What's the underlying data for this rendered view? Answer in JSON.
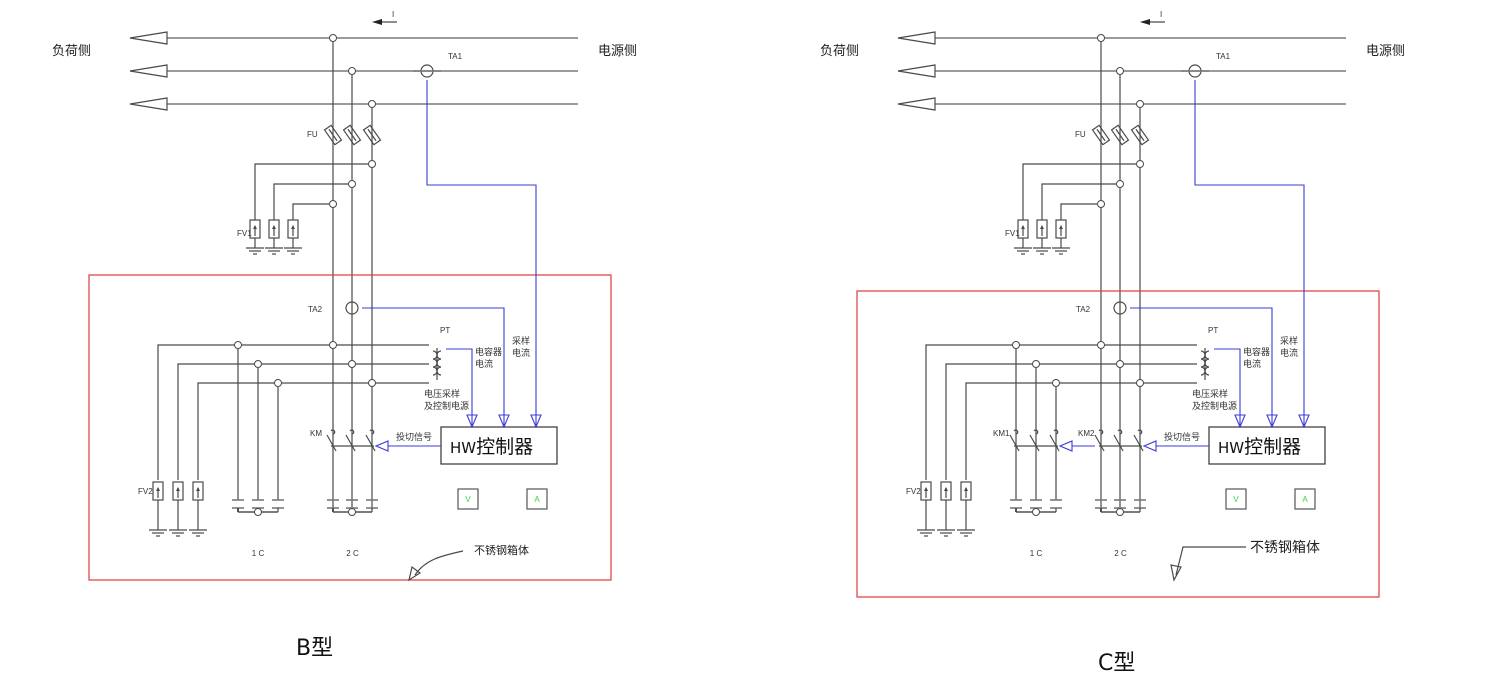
{
  "diagrams": [
    {
      "id": "B",
      "caption": "B型",
      "load_side_label": "负荷侧",
      "source_side_label": "电源侧",
      "current_direction_label": "I",
      "ta1_label": "TA1",
      "ta2_label": "TA2",
      "fuse_label": "FU",
      "fv1_label": "FV1",
      "fv2_label": "FV2",
      "pt_label": "PT",
      "capacitor_current_label": [
        "电容器",
        "电流"
      ],
      "sampling_current_label": [
        "采样",
        "电流"
      ],
      "voltage_sampling_label": [
        "电压采样",
        "及控制电源"
      ],
      "switch_signal_label": "投切信号",
      "controller_label_prefix": "HW",
      "controller_label": "控制器",
      "contactors": [
        "KM"
      ],
      "capacitor_banks": [
        "1 C",
        "2 C"
      ],
      "voltmeter_label": "V",
      "ammeter_label": "A",
      "enclosure_label": "不锈钢箱体"
    },
    {
      "id": "C",
      "caption": "C型",
      "load_side_label": "负荷侧",
      "source_side_label": "电源侧",
      "current_direction_label": "I",
      "ta1_label": "TA1",
      "ta2_label": "TA2",
      "fuse_label": "FU",
      "fv1_label": "FV1",
      "fv2_label": "FV2",
      "pt_label": "PT",
      "capacitor_current_label": [
        "电容器",
        "电流"
      ],
      "sampling_current_label": [
        "采样",
        "电流"
      ],
      "voltage_sampling_label": [
        "电压采样",
        "及控制电源"
      ],
      "switch_signal_label": "投切信号",
      "controller_label_prefix": "HW",
      "controller_label": "控制器",
      "contactors": [
        "KM1",
        "KM2"
      ],
      "capacitor_banks": [
        "1 C",
        "2 C"
      ],
      "voltmeter_label": "V",
      "ammeter_label": "A",
      "enclosure_label": "不锈钢箱体"
    }
  ],
  "colors": {
    "wire": "#4a4a4a",
    "bus": "#7a7a7a",
    "signal": "#3b3bd6",
    "enclosure": "#e03a3a",
    "meter_text": "#3ccf3c"
  }
}
